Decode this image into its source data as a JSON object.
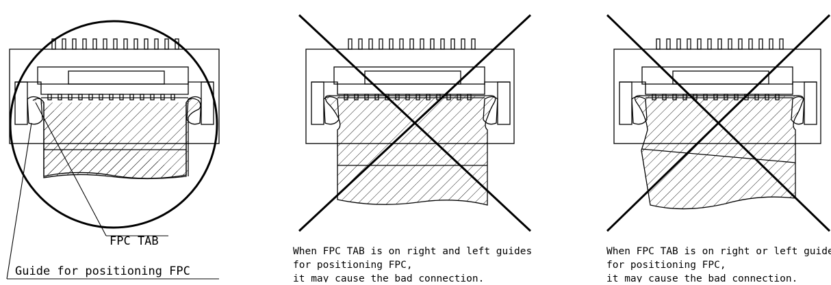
{
  "panels": [
    {
      "id": "correct",
      "callouts": {
        "fpc_tab": "FPC TAB",
        "guide": "Guide for positioning FPC"
      }
    },
    {
      "id": "wrong-both-guides",
      "caption_line1": "When FPC TAB is on right and left guides",
      "caption_line2": "for positioning FPC,",
      "caption_line3": "it may cause the bad connection."
    },
    {
      "id": "wrong-one-guide",
      "caption_line1": "When FPC TAB is on right or left guide",
      "caption_line2": "for positioning FPC,",
      "caption_line3": "it may cause the bad connection."
    }
  ]
}
